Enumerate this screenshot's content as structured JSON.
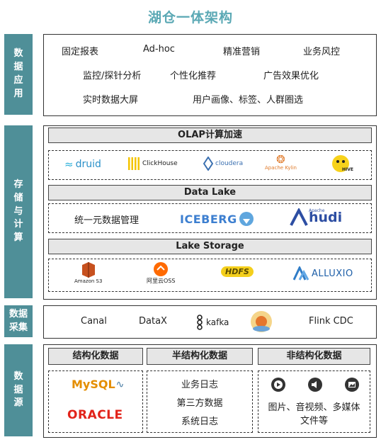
{
  "title": "湖仓一体架构",
  "side_labels": {
    "app": "数据应用",
    "storage": "存储与计算",
    "collect": "数据采集",
    "source": "数据源"
  },
  "apps": {
    "row1": [
      "固定报表",
      "Ad-hoc",
      "精准营销",
      "业务风控"
    ],
    "row2": [
      "监控/探针分析",
      "个性化推荐",
      "广告效果优化"
    ],
    "row3": [
      "实时数据大屏",
      "用户画像、标签、人群圈选"
    ]
  },
  "storage": {
    "olap_title": "OLAP计算加速",
    "olap_logos": [
      "druid",
      "ClickHouse",
      "cloudera",
      "Apache Kylin",
      "HIVE"
    ],
    "lake_title": "Data Lake",
    "lake_items": [
      "统一元数据管理",
      "ICEBERG",
      "hudi"
    ],
    "hudi_small": "Apache",
    "storage_title": "Lake Storage",
    "storage_logos": [
      "Amazon S3",
      "阿里云OSS",
      "HDFS",
      "ALLUXIO"
    ]
  },
  "collect": {
    "items": [
      "Canal",
      "DataX",
      "kafka",
      "Flink CDC"
    ]
  },
  "source": {
    "structured_title": "结构化数据",
    "structured_items": [
      "MySQL",
      "ORACLE"
    ],
    "semi_title": "半结构化数据",
    "semi_items": [
      "业务日志",
      "第三方数据",
      "系统日志"
    ],
    "unstructured_title": "非结构化数据",
    "unstructured_line1": "图片、音视频、多媒体",
    "unstructured_line2": "文件等",
    "media_icons": [
      "play-icon",
      "audio-icon",
      "image-icon"
    ]
  },
  "colors": {
    "side": "#4f8f98",
    "title": "#5aa8b4",
    "bar": "#e6e6e6"
  }
}
